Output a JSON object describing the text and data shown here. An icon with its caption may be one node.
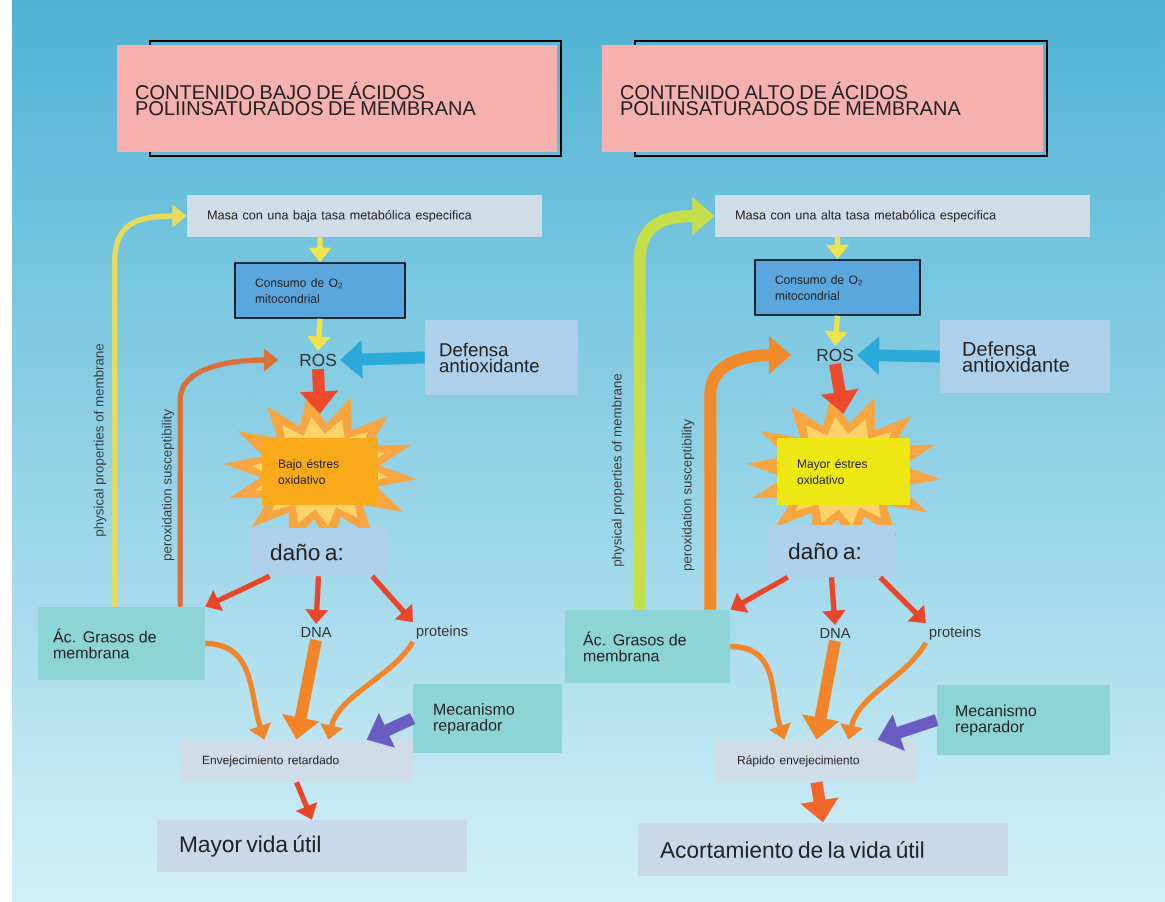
{
  "diagram": {
    "nodes": [
      {
        "text": [
          "CONTENIDO BAJO DE ÁCIDOS POLIINSATURADOS DE MEMBRANA"
        ]
      },
      {
        "text": [
          "Masa con una baja tasa metabólica especifica"
        ]
      },
      {
        "text": [
          "Consumo de O$_{2}$ mitocondrial"
        ]
      },
      {
        "text": [
          "ROS"
        ]
      },
      {
        "text": [
          "Defensa antioxidante"
        ]
      },
      {
        "text": [
          "Bajo éstres oxidativo"
        ]
      },
      {
        "text": [
          "daño a:"
        ]
      },
      {
        "text": [
          "Ác. Grasos de membrana"
        ]
      },
      {
        "text": [
          "DNA"
        ]
      },
      {
        "text": [
          "proteins"
        ]
      },
      {
        "text": [
          "Mecanismo reparador"
        ]
      },
      {
        "text": [
          "Envejecimiento retardado"
        ]
      },
      {
        "text": [
          "Mayor vida útil"
        ]
      },
      {
        "text": [
          "CONTENIDO ALTO DE ÁCIDOS POLIINSATURADOS DE MEMBRANA"
        ]
      },
      {
        "text": [
          "Masa con una alta tasa metabólica especifica"
        ]
      },
      {
        "text": [
          "Consumo de O$_{2}$ mitocondrial"
        ]
      },
      {
        "text": [
          "ROS"
        ]
      },
      {
        "text": [
          "Defensa antioxidante"
        ]
      },
      {
        "text": [
          "Mayor éstres oxidativo"
        ]
      },
      {
        "text": [
          "daño a:"
        ]
      },
      {
        "text": [
          "Ác. Grasos de membrana"
        ]
      },
      {
        "text": [
          "DNA"
        ]
      },
      {
        "text": [
          "proteins"
        ]
      },
      {
        "text": [
          "Mecanismo reparador"
        ]
      },
      {
        "text": [
          "Rápido envejecimiento"
        ]
      },
      {
        "text": [
          "Acortamiento de la vida útil"
        ]
      }
    ],
    "edges": [
      {
        "from": 1,
        "to": 2,
        "arrow": "to",
        "color": "#f0e44c"
      },
      {
        "from": 2,
        "to": 3,
        "arrow": "to",
        "color": "#f0e44c"
      },
      {
        "from": 4,
        "to": 3,
        "arrow": "to",
        "color": "#2ba9d9",
        "style": "thick"
      },
      {
        "from": 3,
        "to": 5,
        "arrow": "to",
        "color": "#ec4a2c",
        "style": "thick"
      },
      {
        "from": 6,
        "to": 7,
        "arrow": "to",
        "color": "#e8452a"
      },
      {
        "from": 6,
        "to": 8,
        "arrow": "to",
        "color": "#e8452a"
      },
      {
        "from": 6,
        "to": 9,
        "arrow": "to",
        "color": "#e8452a"
      },
      {
        "from": 7,
        "to": 11,
        "arrow": "to",
        "color": "#f2852a"
      },
      {
        "from": 8,
        "to": 11,
        "arrow": "to",
        "color": "#f2852a",
        "style": "thick"
      },
      {
        "from": 9,
        "to": 11,
        "arrow": "to",
        "color": "#f2852a"
      },
      {
        "from": 10,
        "to": 11,
        "arrow": "to",
        "color": "#6a5cc0",
        "style": "thick"
      },
      {
        "from": 11,
        "to": 12,
        "arrow": "to",
        "color": "#e8452a"
      },
      {
        "from": 7,
        "to": 1,
        "arrow": "to",
        "color": "#e6dc5a",
        "label": "physical properties of membrane"
      },
      {
        "from": 7,
        "to": 3,
        "arrow": "to",
        "color": "#d9703a",
        "label": "peroxidation susceptibility"
      },
      {
        "from": 14,
        "to": 15,
        "arrow": "to",
        "color": "#f0e44c"
      },
      {
        "from": 15,
        "to": 16,
        "arrow": "to",
        "color": "#f0e44c"
      },
      {
        "from": 17,
        "to": 16,
        "arrow": "to",
        "color": "#2ba9d9",
        "style": "thick"
      },
      {
        "from": 16,
        "to": 18,
        "arrow": "to",
        "color": "#ec4a2c",
        "style": "thick"
      },
      {
        "from": 19,
        "to": 20,
        "arrow": "to",
        "color": "#e8452a"
      },
      {
        "from": 19,
        "to": 21,
        "arrow": "to",
        "color": "#e8452a"
      },
      {
        "from": 19,
        "to": 22,
        "arrow": "to",
        "color": "#e8452a"
      },
      {
        "from": 20,
        "to": 24,
        "arrow": "to",
        "color": "#f2852a"
      },
      {
        "from": 21,
        "to": 24,
        "arrow": "to",
        "color": "#f2852a",
        "style": "thick"
      },
      {
        "from": 22,
        "to": 24,
        "arrow": "to",
        "color": "#f2852a"
      },
      {
        "from": 23,
        "to": 24,
        "arrow": "to",
        "color": "#6a5cc0",
        "style": "thick"
      },
      {
        "from": 24,
        "to": 25,
        "arrow": "to",
        "color": "#f0642a",
        "style": "thick"
      },
      {
        "from": 20,
        "to": 14,
        "arrow": "to",
        "color": "#c6de4a",
        "style": "thick",
        "label": "physical properties of membrane"
      },
      {
        "from": 20,
        "to": 16,
        "arrow": "to",
        "color": "#f28a2a",
        "style": "thick",
        "label": "peroxidation susceptibility"
      }
    ]
  }
}
